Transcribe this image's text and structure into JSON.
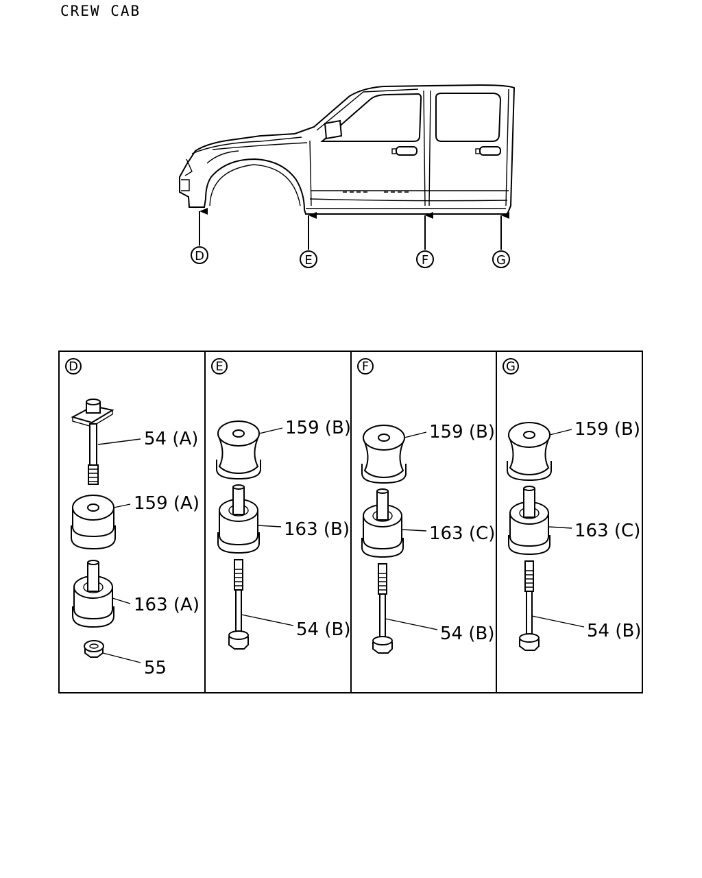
{
  "title": "CREW CAB",
  "markers": [
    "D",
    "E",
    "F",
    "G"
  ],
  "panels": [
    {
      "marker": "D",
      "labels": [
        "54 (A)",
        "159 (A)",
        "163 (A)",
        "55"
      ]
    },
    {
      "marker": "E",
      "labels": [
        "159 (B)",
        "163 (B)",
        "54 (B)"
      ]
    },
    {
      "marker": "F",
      "labels": [
        "159 (B)",
        "163 (C)",
        "54 (B)"
      ]
    },
    {
      "marker": "G",
      "labels": [
        "159 (B)",
        "163 (C)",
        "54 (B)"
      ]
    }
  ]
}
